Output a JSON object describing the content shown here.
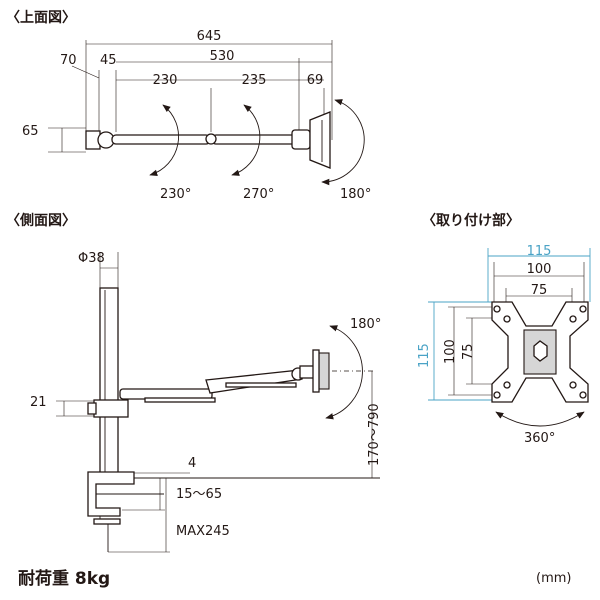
{
  "sections": {
    "top_view": "〈上面図〉",
    "side_view": "〈側面図〉",
    "mount": "〈取り付け部〉"
  },
  "top_view": {
    "dim_645": "645",
    "dim_530": "530",
    "dim_70": "70",
    "dim_45": "45",
    "dim_230": "230",
    "dim_235": "235",
    "dim_69": "69",
    "dim_65": "65",
    "rot_230": "230°",
    "rot_270": "270°",
    "rot_180": "180°"
  },
  "side_view": {
    "dim_phi38": "Φ38",
    "dim_21": "21",
    "dim_4": "4",
    "dim_15_65": "15～65",
    "dim_max245": "MAX245",
    "dim_170_790": "170～790",
    "rot_180": "180°"
  },
  "mount": {
    "dim_115_h": "115",
    "dim_100_h": "100",
    "dim_75_h": "75",
    "dim_115_v": "115",
    "dim_100_v": "100",
    "dim_75_v": "75",
    "rot_360": "360°"
  },
  "footer": {
    "load": "耐荷重  8kg",
    "unit": "(mm)"
  },
  "colors": {
    "line": "#231815",
    "accent": "#4aa3c6",
    "metal": "#d6d6d6"
  }
}
